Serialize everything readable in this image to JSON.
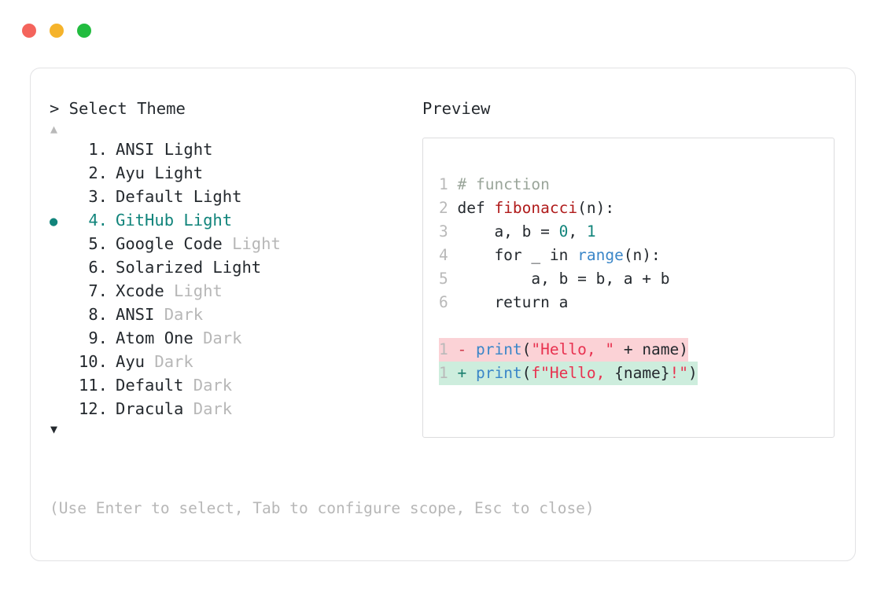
{
  "window": {
    "traffic_lights": [
      {
        "name": "close",
        "color": "#f4645c"
      },
      {
        "name": "minimize",
        "color": "#f5b32b"
      },
      {
        "name": "maximize",
        "color": "#22bc3f"
      }
    ]
  },
  "left_panel": {
    "prompt": "> Select Theme",
    "scroll_up_icon": "▲",
    "scroll_down_icon": "▼",
    "selected_index": 4,
    "selected_bullet": "●",
    "items": [
      {
        "index": "1.",
        "name": "ANSI",
        "suffix": "Light",
        "suffix_muted": false,
        "selected": false,
        "bullet": ""
      },
      {
        "index": "2.",
        "name": "Ayu",
        "suffix": "Light",
        "suffix_muted": false,
        "selected": false,
        "bullet": ""
      },
      {
        "index": "3.",
        "name": "Default",
        "suffix": "Light",
        "suffix_muted": false,
        "selected": false,
        "bullet": ""
      },
      {
        "index": "4.",
        "name": "GitHub",
        "suffix": "Light",
        "suffix_muted": false,
        "selected": true,
        "bullet": "●"
      },
      {
        "index": "5.",
        "name": "Google Code",
        "suffix": "Light",
        "suffix_muted": true,
        "selected": false,
        "bullet": ""
      },
      {
        "index": "6.",
        "name": "Solarized",
        "suffix": "Light",
        "suffix_muted": false,
        "selected": false,
        "bullet": ""
      },
      {
        "index": "7.",
        "name": "Xcode",
        "suffix": "Light",
        "suffix_muted": true,
        "selected": false,
        "bullet": ""
      },
      {
        "index": "8.",
        "name": "ANSI",
        "suffix": "Dark",
        "suffix_muted": true,
        "selected": false,
        "bullet": ""
      },
      {
        "index": "9.",
        "name": "Atom One",
        "suffix": "Dark",
        "suffix_muted": true,
        "selected": false,
        "bullet": ""
      },
      {
        "index": "10.",
        "name": "Ayu",
        "suffix": "Dark",
        "suffix_muted": true,
        "selected": false,
        "bullet": ""
      },
      {
        "index": "11.",
        "name": "Default",
        "suffix": "Dark",
        "suffix_muted": true,
        "selected": false,
        "bullet": ""
      },
      {
        "index": "12.",
        "name": "Dracula",
        "suffix": "Dark",
        "suffix_muted": true,
        "selected": false,
        "bullet": ""
      }
    ],
    "hint": "(Use Enter to select, Tab to configure scope, Esc to close)"
  },
  "right_panel": {
    "title": "Preview",
    "code_lines": [
      {
        "ln": "1",
        "tokens": [
          {
            "t": "# function",
            "c": "tok-comment"
          }
        ]
      },
      {
        "ln": "2",
        "tokens": [
          {
            "t": "def ",
            "c": "tok-keyword"
          },
          {
            "t": "fibonacci",
            "c": "tok-func"
          },
          {
            "t": "(n):",
            "c": "tok-plain"
          }
        ]
      },
      {
        "ln": "3",
        "tokens": [
          {
            "t": "    a, b = ",
            "c": "tok-plain"
          },
          {
            "t": "0",
            "c": "tok-num"
          },
          {
            "t": ", ",
            "c": "tok-plain"
          },
          {
            "t": "1",
            "c": "tok-num"
          }
        ]
      },
      {
        "ln": "4",
        "tokens": [
          {
            "t": "    for _ in ",
            "c": "tok-plain"
          },
          {
            "t": "range",
            "c": "tok-builtin"
          },
          {
            "t": "(n):",
            "c": "tok-plain"
          }
        ]
      },
      {
        "ln": "5",
        "tokens": [
          {
            "t": "        a, b = b, a + b",
            "c": "tok-plain"
          }
        ]
      },
      {
        "ln": "6",
        "tokens": [
          {
            "t": "    return a",
            "c": "tok-plain"
          }
        ]
      }
    ],
    "diff_lines": [
      {
        "ln": "1",
        "kind": "del",
        "sign": "-",
        "tokens": [
          {
            "t": "print",
            "c": "tok-builtin"
          },
          {
            "t": "(",
            "c": "tok-plain"
          },
          {
            "t": "\"Hello, \"",
            "c": "tok-string"
          },
          {
            "t": " + name)",
            "c": "tok-plain"
          }
        ]
      },
      {
        "ln": "1",
        "kind": "add",
        "sign": "+",
        "tokens": [
          {
            "t": "print",
            "c": "tok-builtin"
          },
          {
            "t": "(",
            "c": "tok-plain"
          },
          {
            "t": "f\"Hello, ",
            "c": "tok-string"
          },
          {
            "t": "{name}",
            "c": "tok-plain"
          },
          {
            "t": "!\"",
            "c": "tok-string"
          },
          {
            "t": ")",
            "c": "tok-plain"
          }
        ]
      }
    ]
  },
  "colors": {
    "accent_teal": "#11847b",
    "muted_gray": "#b7b7b7",
    "text": "#24292e",
    "diff_del_bg": "#fbd2d6",
    "diff_add_bg": "#cdeddd",
    "border": "#e2e2e4"
  }
}
